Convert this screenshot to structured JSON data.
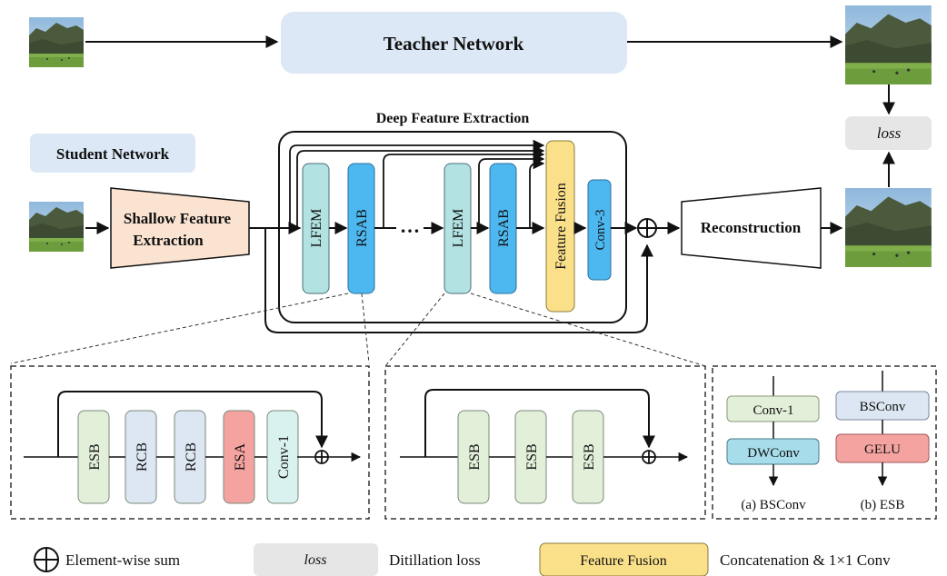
{
  "teacher": {
    "label": "Teacher Network"
  },
  "student": {
    "label": "Student Network"
  },
  "shallow": {
    "line1": "Shallow Feature",
    "line2": "Extraction"
  },
  "deep": {
    "title": "Deep Feature Extraction"
  },
  "blocks": {
    "lfem": "LFEM",
    "rsab": "RSAB",
    "ellipsis": "…",
    "feature_fusion": "Feature Fusion",
    "conv3": "Conv-3"
  },
  "reconstruction": {
    "label": "Reconstruction"
  },
  "loss": {
    "label": "loss"
  },
  "detail_rsab": {
    "blocks": [
      "ESB",
      "RCB",
      "RCB",
      "ESA",
      "Conv-1"
    ]
  },
  "detail_lfem": {
    "blocks": [
      "ESB",
      "ESB",
      "ESB"
    ]
  },
  "detail_right": {
    "bsconv_blocks": [
      "Conv-1",
      "DWConv"
    ],
    "esb_blocks": [
      "BSConv",
      "GELU"
    ],
    "caption_a": "(a) BSConv",
    "caption_b": "(b) ESB"
  },
  "legend": {
    "sum": "Element-wise sum",
    "loss_box": "loss",
    "loss_desc": "Ditillation loss",
    "fusion_box": "Feature Fusion",
    "fusion_desc": "Concatenation & 1×1 Conv"
  },
  "colors": {
    "teacher_fill": "#dce8f5",
    "student_fill": "#dce8f5",
    "shallow_fill": "#fbe3d1",
    "lfem_fill": "#b2e2e1",
    "rsab_fill": "#4db8f0",
    "fusion_fill": "#fbe08a",
    "conv3_fill": "#4db8f0",
    "esb_fill": "#e2efd9",
    "rcb_fill": "#dde7f3",
    "esa_fill": "#f4a3a0",
    "conv1_fill": "#d9f2ef",
    "dwconv_fill": "#a7dcea",
    "gelu_fill": "#f4a3a0",
    "loss_fill": "#e6e6e6"
  }
}
